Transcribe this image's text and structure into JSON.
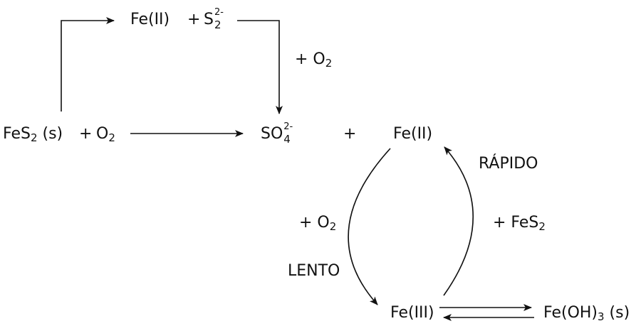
{
  "species": {
    "fes2_solid": {
      "base": "FeS",
      "sub": "2",
      "suffix": " (s)"
    },
    "o2_reactant": {
      "base": "O",
      "sub": "2"
    },
    "fe2_top": "Fe(II)",
    "s2_base": "S",
    "s2_sub": "2",
    "s2_sup": "2-",
    "so4_base": "SO",
    "so4_sub": "4",
    "so4_sup": "2-",
    "fe2_right": "Fe(II)",
    "fe3": "Fe(III)",
    "feoh3": {
      "base": "Fe(OH)",
      "sub": "3",
      "suffix": " (s)"
    }
  },
  "operators": {
    "plus_reactants": "+",
    "plus_top": "+",
    "plus_middle": "+"
  },
  "labels": {
    "oxidant_top": {
      "prefix": "+ O",
      "sub": "2"
    },
    "oxidant_left": {
      "prefix": "+ O",
      "sub": "2"
    },
    "reductant_right": {
      "prefix": "+ FeS",
      "sub": "2"
    },
    "rapid": "RÁPIDO",
    "slow": "LENTO"
  }
}
